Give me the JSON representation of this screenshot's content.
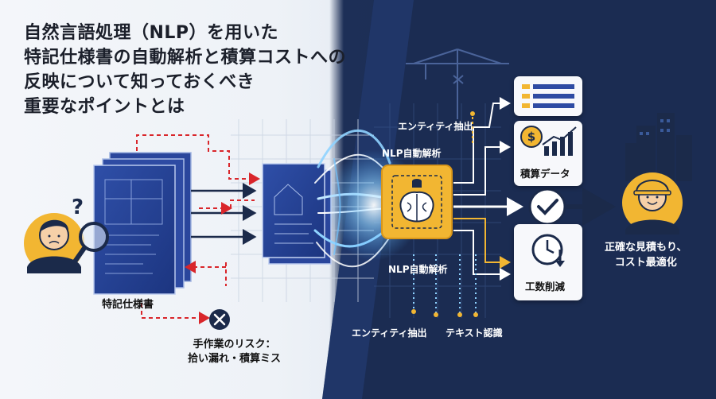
{
  "title_lines": [
    "自然言語処理（NLP）を用いた",
    "特記仕様書の自動解析と積算コストへの",
    "反映について知っておくべき",
    "重要なポイントとは"
  ],
  "labels": {
    "spec_doc": "特記仕様書",
    "manual_risk_line1": "手作業のリスク：",
    "manual_risk_line2": "拾い漏れ・積算ミス",
    "entity_extraction_top": "エンティティ抽出",
    "nlp_auto_analysis_top": "NLP自動解析",
    "nlp_auto_analysis_bottom": "NLP自動解析",
    "entity_extraction_bottom": "エンティティ抽出",
    "text_recognition": "テキスト認識",
    "estimate_data": "積算データ",
    "man_hour_reduction": "工数削減",
    "result_line1": "正確な見積もり、",
    "result_line2": "コスト最適化"
  },
  "icons": {
    "question_mark": "?",
    "currency": "$"
  },
  "colors": {
    "navy": "#1d2f57",
    "gold": "#f2b632",
    "red_dashed": "#d9262b",
    "glow_blue": "#6fc3ff"
  }
}
